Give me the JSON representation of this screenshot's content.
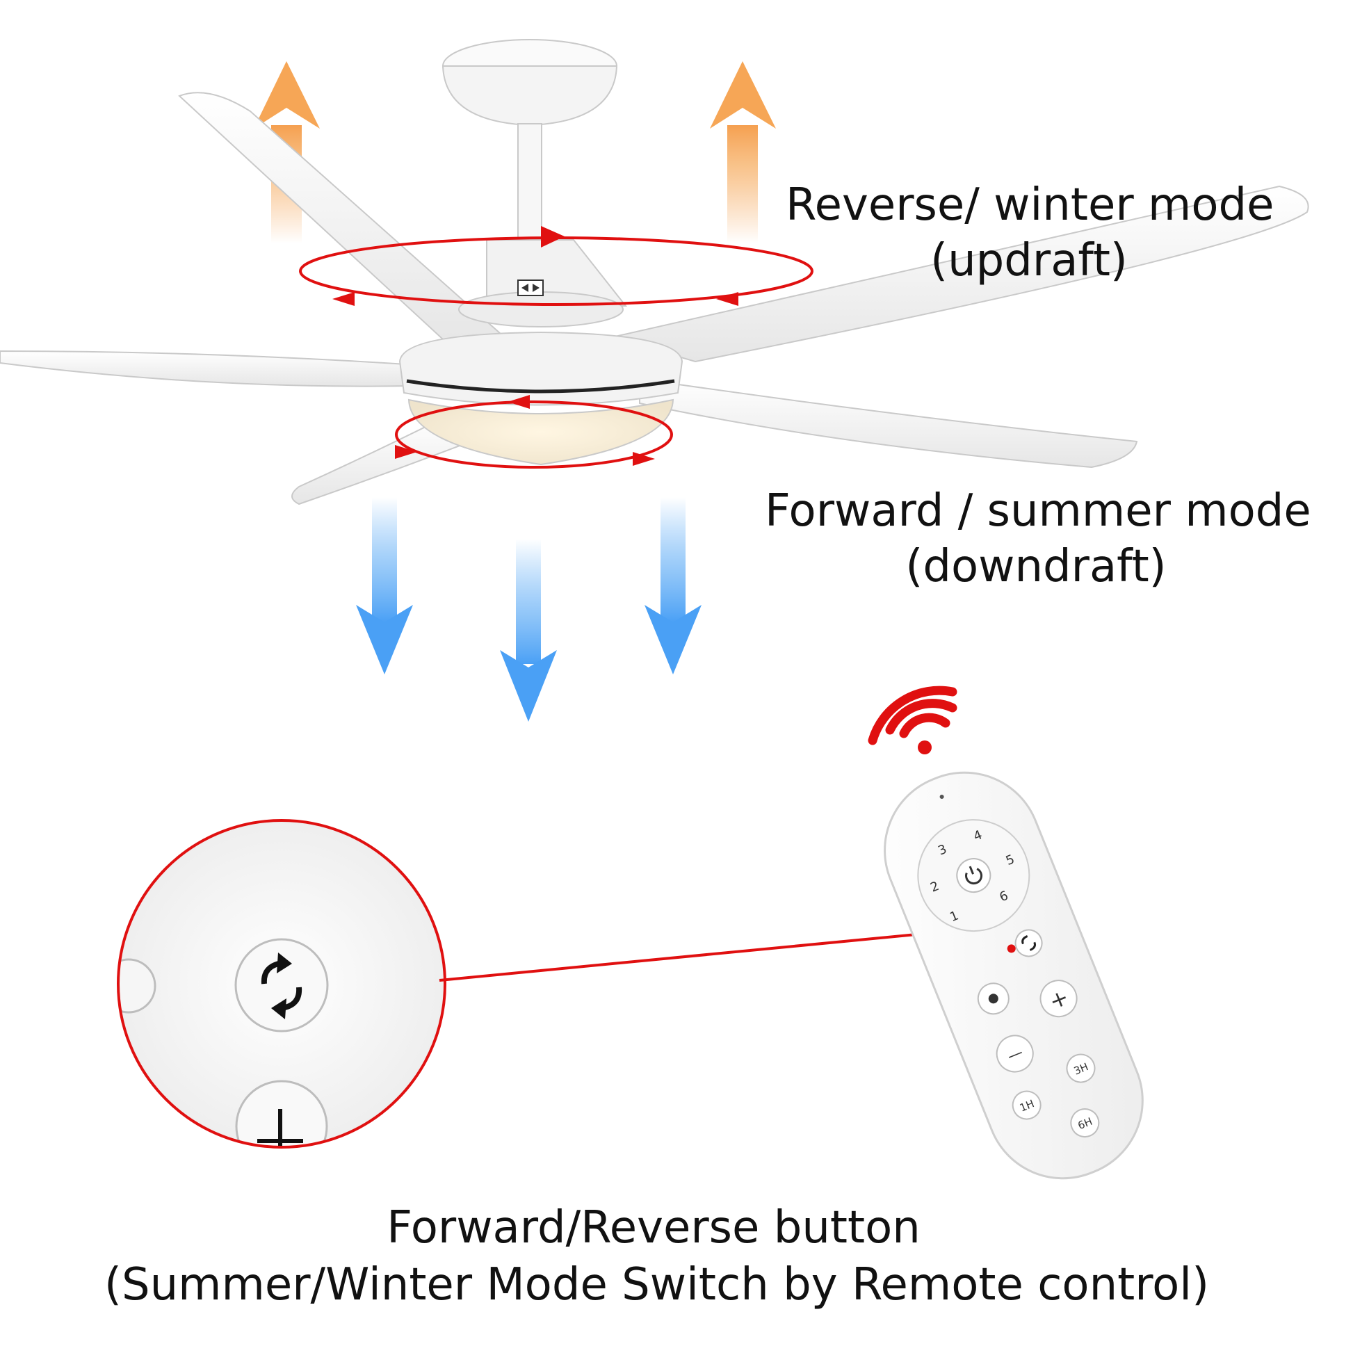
{
  "annotations": {
    "winter_mode": {
      "line1": "Reverse/ winter mode",
      "line2": "(updraft)"
    },
    "summer_mode": {
      "line1": "Forward / summer mode",
      "line2": "(downdraft)"
    }
  },
  "remote": {
    "speed_buttons": [
      "1",
      "2",
      "3",
      "4",
      "5",
      "6"
    ],
    "timer_buttons": [
      "1H",
      "3H",
      "6H"
    ],
    "plus_symbol": "+",
    "minus_symbol": "—"
  },
  "caption": {
    "line1": "Forward/Reverse button",
    "line2": "(Summer/Winter Mode Switch by Remote control)"
  },
  "colors": {
    "rotation_arrow": "#e01010",
    "updraft_arrow": "#f5a860",
    "downdraft_arrow": "#5aaaf5",
    "signal": "#e01010"
  }
}
